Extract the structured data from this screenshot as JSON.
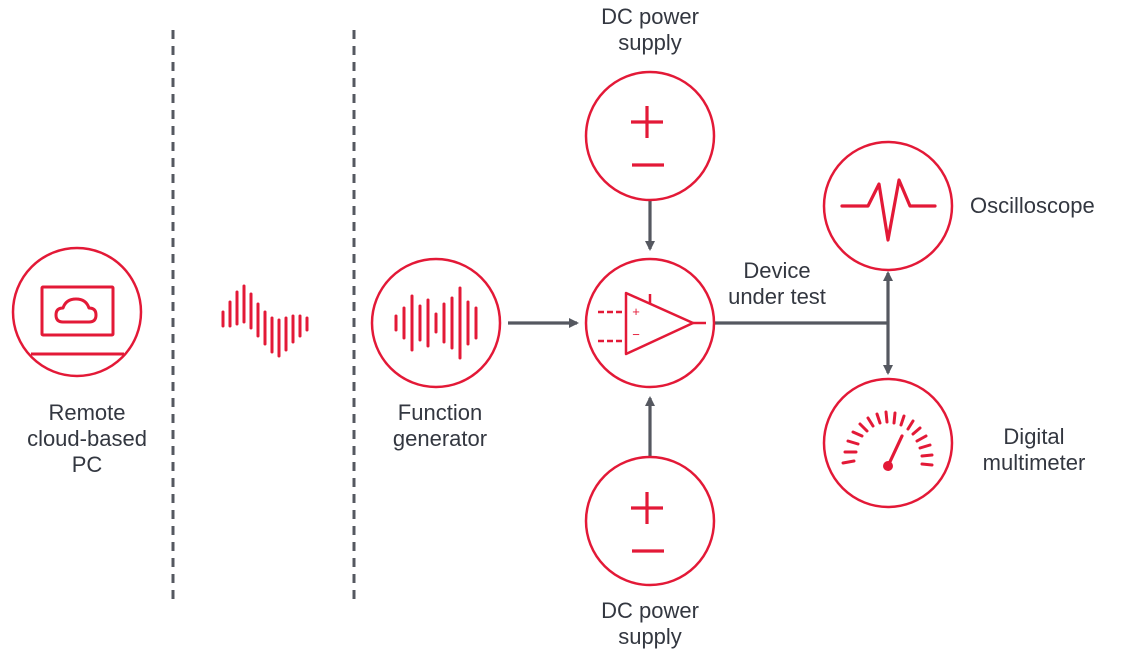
{
  "colors": {
    "accent": "#e31937",
    "connector": "#555860",
    "text": "#333740"
  },
  "nodes": {
    "remote_pc": {
      "label": "Remote\ncloud-based\nPC",
      "icon": "laptop-cloud-icon"
    },
    "network_signal": {
      "icon": "waveform-icon"
    },
    "function_generator": {
      "label": "Function\ngenerator",
      "icon": "sound-wave-icon"
    },
    "dc_power_supply_top": {
      "label": "DC power\nsupply",
      "icon": "plus-minus-icon"
    },
    "device_under_test": {
      "label": "Device\nunder test",
      "icon": "op-amp-icon",
      "symbols": [
        "+",
        "−"
      ]
    },
    "dc_power_supply_bottom": {
      "label": "DC power\nsupply",
      "icon": "plus-minus-icon"
    },
    "oscilloscope": {
      "label": "Oscilloscope",
      "icon": "pulse-icon"
    },
    "digital_multimeter": {
      "label": "Digital\nmultimeter",
      "icon": "gauge-icon"
    }
  }
}
